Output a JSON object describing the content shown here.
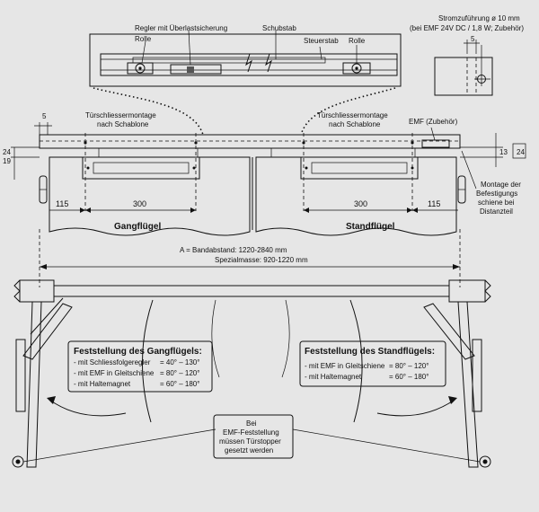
{
  "top_detail": {
    "regler_label": "Regler mit Überlastsicherung",
    "schubstab_label": "Schubstab",
    "rolle_left_label": "Rolle",
    "steuerstab_label": "Steuerstab",
    "rolle_right_label": "Rolle"
  },
  "power_supply": {
    "line1": "Stromzuführung ø 10 mm",
    "line2": "(bei EMF 24V DC / 1,8 W; Zubehör)",
    "dim": "5"
  },
  "rail_view": {
    "template_left_line1": "Türschliessermontage",
    "template_left_line2": "nach Schablone",
    "template_right_line1": "Türschliessermontage",
    "template_right_line1b": "nach Schablone",
    "emf_label": "EMF (Zubehör)",
    "dim_left_5": "5",
    "dim_24_left": "24",
    "dim_19": "19",
    "dim_13": "13",
    "dim_24_right": "24",
    "mount_note_line1": "Montage der",
    "mount_note_line2": "Befestigungs",
    "mount_note_line3": "schiene bei",
    "mount_note_line4": "Distanzteil"
  },
  "doors": {
    "left_115": "115",
    "left_300": "300",
    "left_name": "Gangflügel",
    "right_300": "300",
    "right_115": "115",
    "right_name": "Standflügel"
  },
  "a_dimension": {
    "line1": "A =  Bandabstand:  1220-2840 mm",
    "line2": "Spezialmasse:  920-1220 mm"
  },
  "box_gang": {
    "title": "Feststellung des Gangflügels:",
    "rows": [
      {
        "label": "- mit Schliessfolgeregler",
        "value": "= 40° – 130°"
      },
      {
        "label": "- mit EMF in Gleitschiene",
        "value": "= 80° – 120°"
      },
      {
        "label": "- mit Haltemagnet",
        "value": "= 60° – 180°"
      }
    ]
  },
  "box_stand": {
    "title": "Feststellung des Standflügels:",
    "rows": [
      {
        "label": "- mit EMF in Gleitschiene",
        "value": "= 80° – 120°"
      },
      {
        "label": "- mit Haltemagnet",
        "value": "= 60° – 180°"
      }
    ]
  },
  "note_box": {
    "line1": "Bei",
    "line2": "EMF-Feststellung",
    "line3": "müssen Türstopper",
    "line4": "gesetzt werden"
  },
  "colors": {
    "background": "#e6e6e6",
    "panel_fill": "#ffffff",
    "rail_fill": "#d9d9d9",
    "door_fill": "#eeeeee",
    "closer_fill": "#c8c8c8"
  }
}
